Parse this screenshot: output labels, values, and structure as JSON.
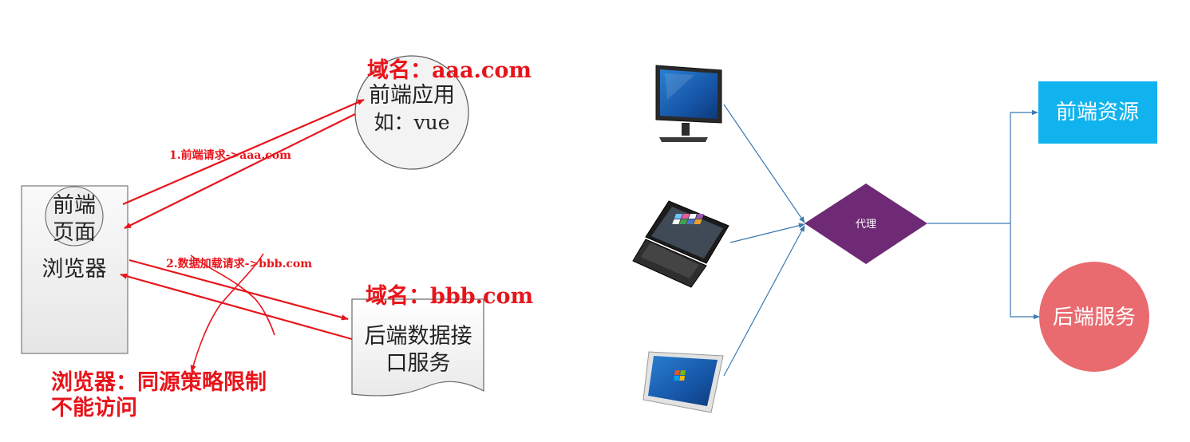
{
  "left": {
    "frontend_app": {
      "domain": "域名：aaa.com",
      "line1": "前端应用",
      "line2": "如：vue"
    },
    "browser": {
      "page_line1": "前端",
      "page_line2": "页面",
      "label": "浏览器"
    },
    "request1": "1.前端请求->aaa.com",
    "request2": "2.数据加载请求->bbb.com",
    "backend_api": {
      "domain": "域名：bbb.com",
      "line1": "后端数据接",
      "line2": "口服务"
    },
    "warning_line1": "浏览器：同源策略限制",
    "warning_line2": "不能访问"
  },
  "right": {
    "devices": [
      "desktop-monitor-icon",
      "laptop-icon",
      "tablet-icon"
    ],
    "proxy_label": "代理",
    "frontend_resources": "前端资源",
    "backend_service": "后端服务"
  },
  "colors": {
    "red": "#e8141b",
    "connector": "#3b79b0",
    "proxy": "#6e2a74",
    "frontend_box": "#11b3ef",
    "backend_circle": "#e96b70"
  }
}
